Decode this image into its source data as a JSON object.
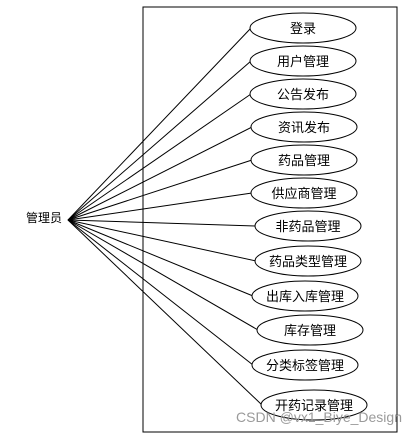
{
  "actor": {
    "label": "管理员"
  },
  "use_cases": [
    {
      "label": "登录"
    },
    {
      "label": "用户管理"
    },
    {
      "label": "公告发布"
    },
    {
      "label": "资讯发布"
    },
    {
      "label": "药品管理"
    },
    {
      "label": "供应商管理"
    },
    {
      "label": "非药品管理"
    },
    {
      "label": "药品类型管理"
    },
    {
      "label": "出库入库管理"
    },
    {
      "label": "库存管理"
    },
    {
      "label": "分类标签管理"
    },
    {
      "label": "开药记录管理"
    }
  ],
  "watermark": "CSDN @vx1_Biye_Design"
}
